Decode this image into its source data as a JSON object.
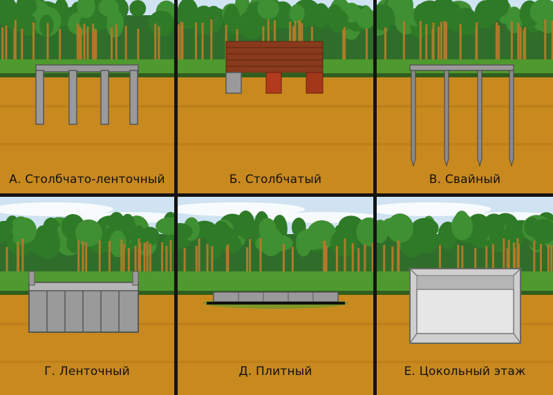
{
  "panels": [
    {
      "id": "A",
      "caption": "А. Столбчато-ленточный",
      "type": "strip-column"
    },
    {
      "id": "B",
      "caption": "Б. Столбчатый",
      "type": "column"
    },
    {
      "id": "V",
      "caption": "В. Свайный",
      "type": "pile"
    },
    {
      "id": "G",
      "caption": "Г. Ленточный",
      "type": "strip"
    },
    {
      "id": "D",
      "caption": "Д. Плитный",
      "type": "slab"
    },
    {
      "id": "E",
      "caption": "Е. Цокольный этаж",
      "type": "basement"
    }
  ],
  "colors": {
    "sky": "#cfe3f2",
    "forest": "#2f6e2a",
    "trunk": "#b07a2a",
    "grass": "#4f9a2e",
    "soil": "#c8891f",
    "soil_dark": "#b87a18",
    "concrete": "#9a9a9a",
    "concrete_dark": "#555555",
    "brick": "#b23a1d",
    "timber": "#8a3a1c",
    "divider": "#141414"
  }
}
